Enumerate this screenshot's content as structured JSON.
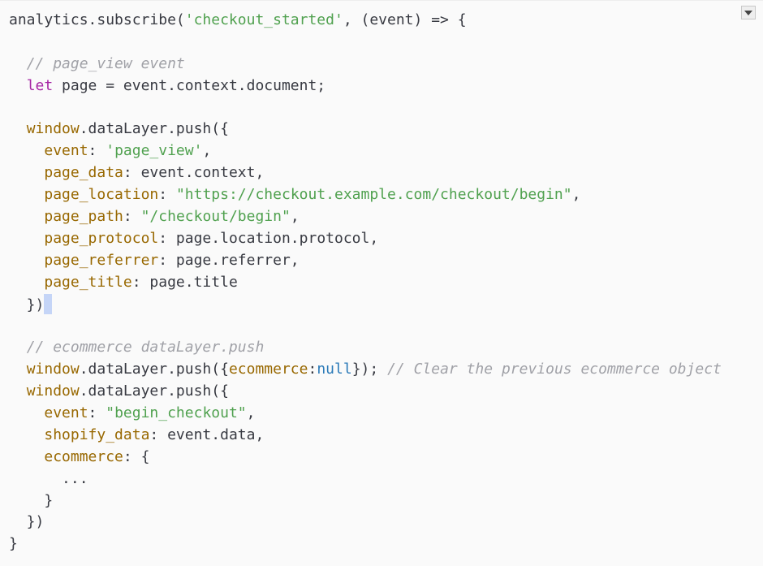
{
  "colors": {
    "string": "#50a14f",
    "comment": "#a0a1a7",
    "keyword": "#a626a4",
    "property": "#986801",
    "null": "#2a7ab8",
    "text": "#383a42",
    "background": "#fafafa"
  },
  "menu_button": {
    "icon": "triangle-down-icon"
  },
  "code_lines": [
    [
      [
        "plain",
        "analytics.subscribe("
      ],
      [
        "str",
        "'checkout_started'"
      ],
      [
        "plain",
        ", (event) => {"
      ]
    ],
    [],
    [
      [
        "plain",
        "  "
      ],
      [
        "comment",
        "// page_view event"
      ]
    ],
    [
      [
        "plain",
        "  "
      ],
      [
        "kw",
        "let"
      ],
      [
        "plain",
        " page = event.context.document;"
      ]
    ],
    [],
    [
      [
        "plain",
        "  "
      ],
      [
        "prop",
        "window"
      ],
      [
        "plain",
        ".dataLayer.push({"
      ]
    ],
    [
      [
        "plain",
        "    "
      ],
      [
        "prop",
        "event"
      ],
      [
        "plain",
        ": "
      ],
      [
        "str",
        "'page_view'"
      ],
      [
        "plain",
        ","
      ]
    ],
    [
      [
        "plain",
        "    "
      ],
      [
        "prop",
        "page_data"
      ],
      [
        "plain",
        ": event.context,"
      ]
    ],
    [
      [
        "plain",
        "    "
      ],
      [
        "prop",
        "page_location"
      ],
      [
        "plain",
        ": "
      ],
      [
        "str",
        "\"https://checkout.example.com/checkout/begin\""
      ],
      [
        "plain",
        ","
      ]
    ],
    [
      [
        "plain",
        "    "
      ],
      [
        "prop",
        "page_path"
      ],
      [
        "plain",
        ": "
      ],
      [
        "str",
        "\"/checkout/begin\""
      ],
      [
        "plain",
        ","
      ]
    ],
    [
      [
        "plain",
        "    "
      ],
      [
        "prop",
        "page_protocol"
      ],
      [
        "plain",
        ": page.location.protocol,"
      ]
    ],
    [
      [
        "plain",
        "    "
      ],
      [
        "prop",
        "page_referrer"
      ],
      [
        "plain",
        ": page.referrer,"
      ]
    ],
    [
      [
        "plain",
        "    "
      ],
      [
        "prop",
        "page_title"
      ],
      [
        "plain",
        ": page.title"
      ]
    ],
    [
      [
        "plain",
        "  })"
      ],
      [
        "cursor",
        ""
      ]
    ],
    [],
    [
      [
        "plain",
        "  "
      ],
      [
        "comment",
        "// ecommerce dataLayer.push"
      ]
    ],
    [
      [
        "plain",
        "  "
      ],
      [
        "prop",
        "window"
      ],
      [
        "plain",
        ".dataLayer.push({"
      ],
      [
        "prop",
        "ecommerce"
      ],
      [
        "plain",
        ":"
      ],
      [
        "null",
        "null"
      ],
      [
        "plain",
        "}); "
      ],
      [
        "comment",
        "// Clear the previous ecommerce object"
      ]
    ],
    [
      [
        "plain",
        "  "
      ],
      [
        "prop",
        "window"
      ],
      [
        "plain",
        ".dataLayer.push({"
      ]
    ],
    [
      [
        "plain",
        "    "
      ],
      [
        "prop",
        "event"
      ],
      [
        "plain",
        ": "
      ],
      [
        "str",
        "\"begin_checkout\""
      ],
      [
        "plain",
        ","
      ]
    ],
    [
      [
        "plain",
        "    "
      ],
      [
        "prop",
        "shopify_data"
      ],
      [
        "plain",
        ": event.data,"
      ]
    ],
    [
      [
        "plain",
        "    "
      ],
      [
        "prop",
        "ecommerce"
      ],
      [
        "plain",
        ": {"
      ]
    ],
    [
      [
        "plain",
        "      ..."
      ]
    ],
    [
      [
        "plain",
        "    }"
      ]
    ],
    [
      [
        "plain",
        "  })"
      ]
    ],
    [
      [
        "plain",
        "}"
      ]
    ]
  ]
}
